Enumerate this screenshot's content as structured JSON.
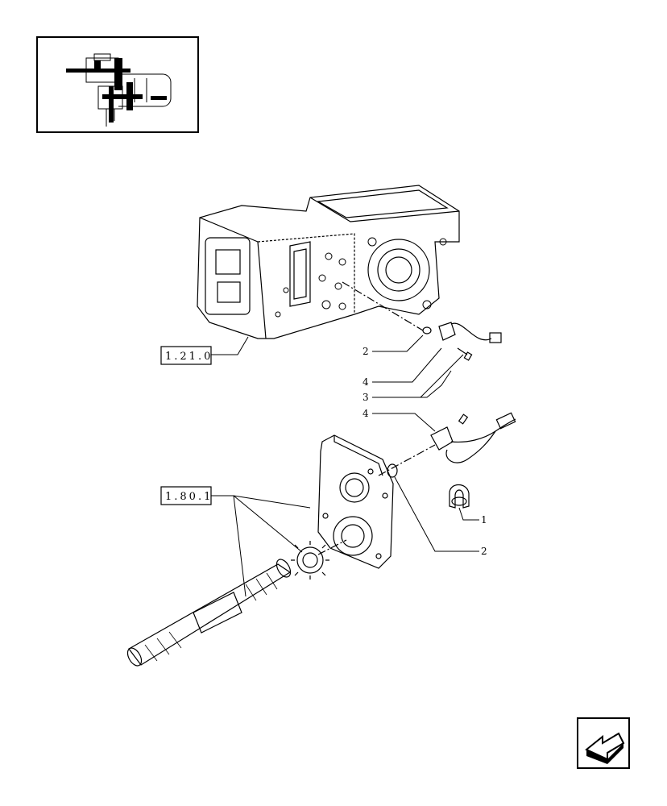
{
  "diagram": {
    "references": [
      {
        "id": "ref-1-21-0",
        "label": "1.21.0"
      },
      {
        "id": "ref-1-80-1",
        "label": "1.80.1"
      }
    ],
    "callouts": [
      {
        "id": "callout-2-upper",
        "label": "2"
      },
      {
        "id": "callout-4-upper",
        "label": "4"
      },
      {
        "id": "callout-3",
        "label": "3"
      },
      {
        "id": "callout-4-lower",
        "label": "4"
      },
      {
        "id": "callout-1",
        "label": "1"
      },
      {
        "id": "callout-2-lower",
        "label": "2"
      }
    ]
  },
  "navigation": {
    "icon": "back-arrow-icon"
  }
}
